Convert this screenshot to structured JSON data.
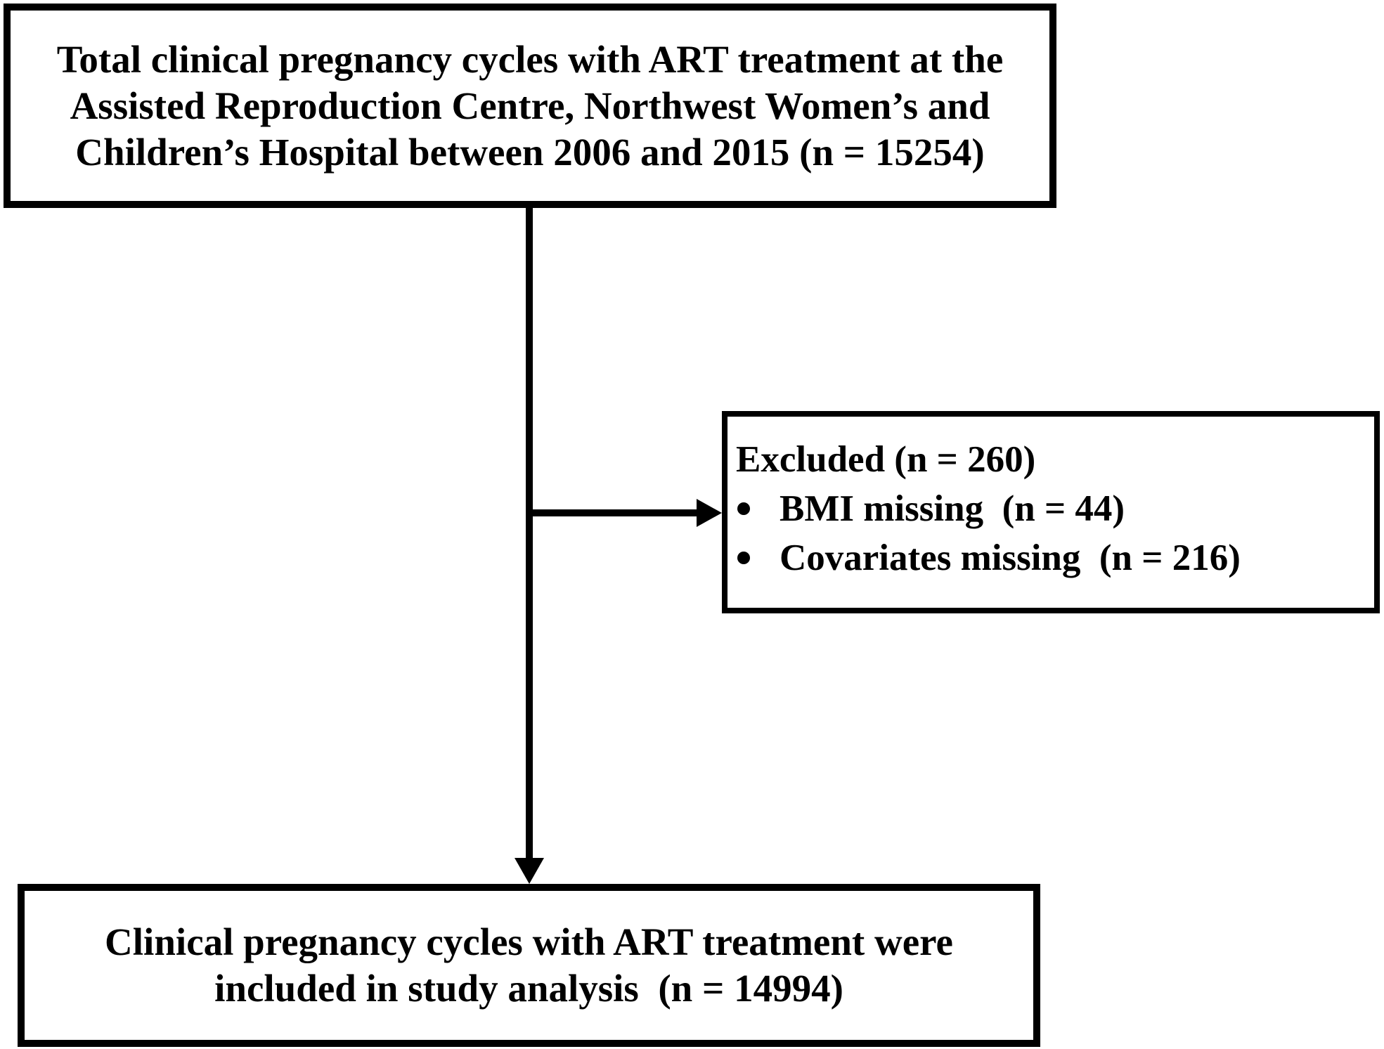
{
  "colors": {
    "ink": "#000000",
    "background": "#ffffff"
  },
  "flowchart": {
    "top_box": {
      "lines": [
        "Total clinical pregnancy cycles with ART treatment at the",
        "Assisted Reproduction Centre, Northwest Women’s and",
        "Children’s Hospital between 2006 and 2015 (n = 15254)"
      ],
      "n": 15254
    },
    "excluded_box": {
      "title": "Excluded (n = 260)",
      "n": 260,
      "items": [
        {
          "label": "BMI missing  (n = 44)",
          "n": 44
        },
        {
          "label": "Covariates missing  (n = 216)",
          "n": 216
        }
      ]
    },
    "bottom_box": {
      "lines": [
        "Clinical pregnancy cycles with ART treatment were",
        "included in study analysis  (n = 14994)"
      ],
      "n": 14994
    }
  }
}
